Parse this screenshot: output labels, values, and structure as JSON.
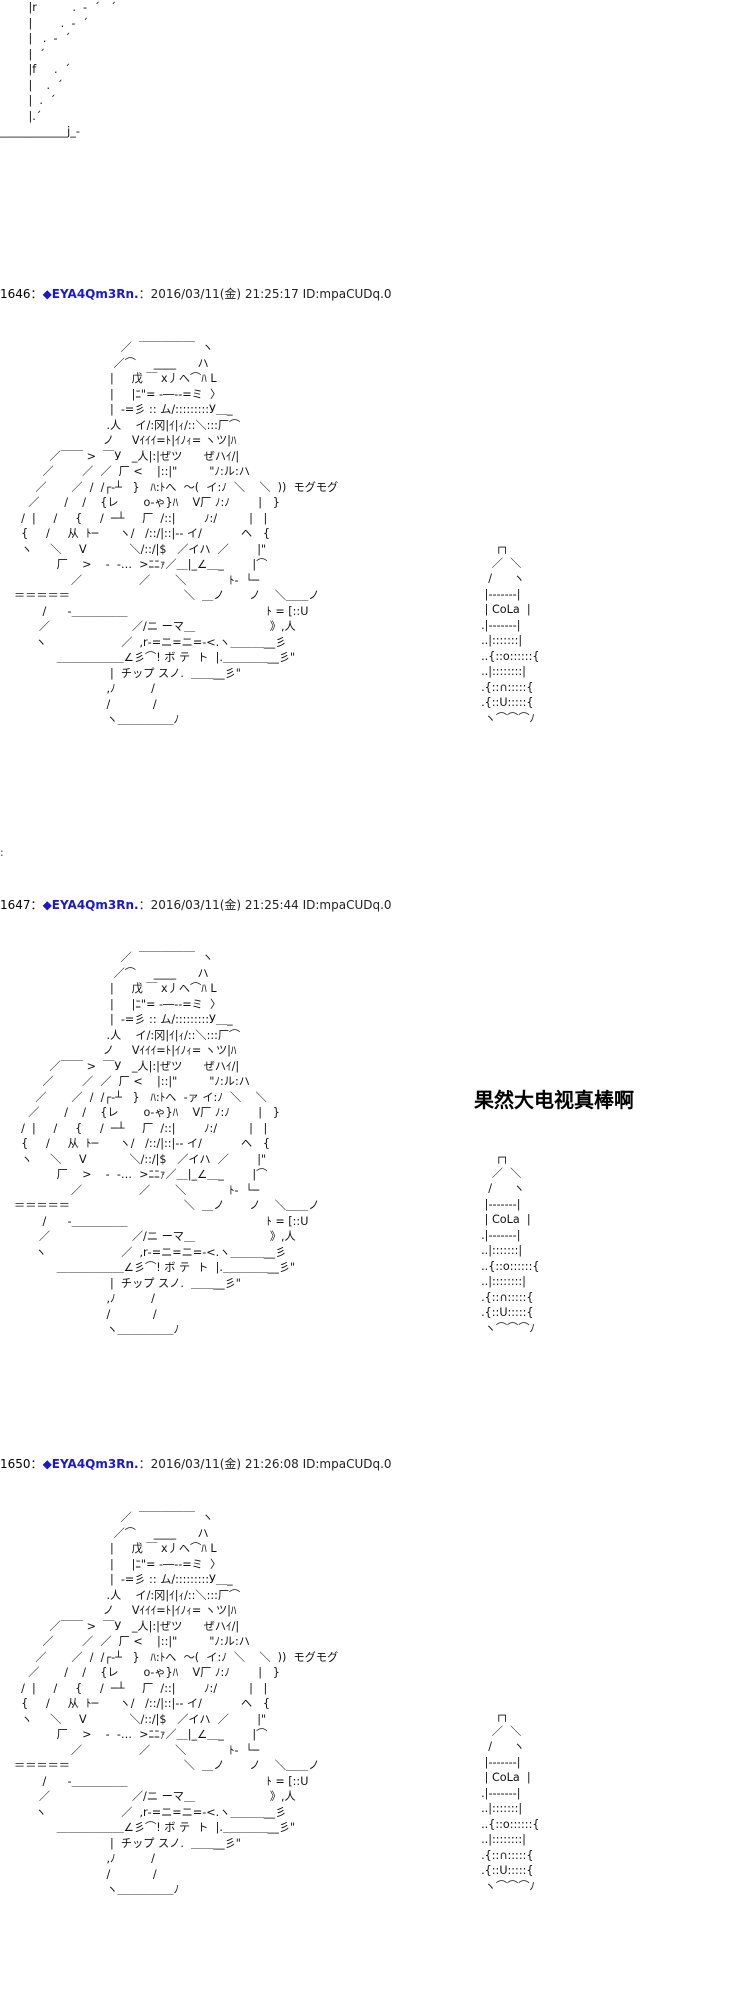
{
  "top_fragment": {
    "lines": [
      "        |r          .  -  ´   ´",
      "        |        .  -  ´",
      "        |   .  -  ´",
      "        |  ´",
      "        |f     .  ´",
      "        |    .  ´",
      "        |  .  ´",
      "        |.´",
      "____________j_-"
    ]
  },
  "posts": [
    {
      "number": "1646",
      "separator": "：",
      "name": "◆EYA4Qm3Rn.",
      "date": "：2016/03/11(金) 21:25:17 ID:mpaCUDq.0",
      "caption": ""
    },
    {
      "number": "1647",
      "separator": "：",
      "name": "◆EYA4Qm3Rn.",
      "date": "：2016/03/11(金) 21:25:44 ID:mpaCUDq.0",
      "caption": "果然大电视真棒啊"
    },
    {
      "number": "1650",
      "separator": "：",
      "name": "◆EYA4Qm3Rn.",
      "date": "：2016/03/11(金) 21:26:08 ID:mpaCUDq.0",
      "caption": ""
    }
  ],
  "aa_with_sfx": [
    "                              ／  ￣￣￣￣￣  ヽ",
    "                            ／⌒     ____      ハ",
    "                           |     戊 ￣ x丿へ⌒ﾊ L",
    "                           |     |ﾆ\"= ‐―‐-=ミ  〉",
    "                           |  -=彡 :: ム/:::::::::У＿_",
    "                          .人    イ/:冈|ｲ|ｨ/::＼:::厂⌒",
    "                         ノ     Ⅴｲｲｲ=ﾄ|ｲﾉｨ= ヽツ|ﾊ",
    "          ／￣￣ >  ￣У   _人|:|ぜツ      ぜハｲ/|",
    "        ／        ／  ／  厂 <    |::|\"         \"ﾉ:ル:ハ",
    "      ／       ／  /  /┌‐┴   }   ﾊ:ﾄへ  ～(  イ:ﾉ  ＼    ＼  ))  モグモグ",
    "    ／       /    /    {レ       o‐ゃ}ﾊ    Ⅴ厂 ﾉ:ﾉ        |   }",
    "  /  |     /     {     /  ─┴     厂  /::|        ﾉ:/         |   |",
    "  {     /     从  ﾄ─      ヽ/   /::/|::|‐‐ イ/           ヘ   {",
    "  ヽ     ＼     Ⅴ            ＼/::/|$   ／イハ  ／        |\"",
    "            厂    >    -  ‐…  >ﾆﾆｧ／＿|_∠＿_        |⌒",
    "                ／                ／       ＼            ﾄ-  └─",
    "＝＝＝＝＝                                ＼  ＿ノ       ノ    ＼＿＿ノ",
    "        /      ‐＿＿＿＿＿                                       ﾄ = [::U",
    "       ／                       ／/ニ ーマ＿                     》,人",
    "      ヽ                     ／  ,r‐=ニ=ニ=‐<.ヽ＿＿＿__彡",
    "            ＿＿＿＿＿＿∠彡⌒! ボ テ  ト  |.＿＿＿＿__彡\"",
    "                           |  チップ スノ.  ＿＿__彡\"",
    "                          ,ﾉ          /",
    "                          /            /",
    "                          ヽ＿＿＿＿＿ﾉ"
  ],
  "aa_no_sfx": [
    "                              ／  ￣￣￣￣￣  ヽ",
    "                            ／⌒     ____      ハ",
    "                           |     戊 ￣ x丿へ⌒ﾊ L",
    "                           |     |ﾆ\"= ‐―‐-=ミ  〉",
    "                           |  -=彡 :: ム/:::::::::У＿_",
    "                          .人    イ/:冈|ｲ|ｨ/::＼:::厂⌒",
    "                         ノ     Ⅴｲｲｲ=ﾄ|ｲﾉｨ= ヽツ|ﾊ",
    "          ／￣￣ >  ￣У   _人|:|ぜツ      ぜハｲ/|",
    "        ／        ／  ／  厂 <    |::|\"         \"ﾉ:ル:ハ",
    "      ／       ／  /  /┌‐┴   }   ﾊ:ﾄへ  ‐ァ イ:ﾉ  ＼    ＼",
    "    ／       /    /    {レ       o‐ゃ}ﾊ    Ⅴ厂 ﾉ:ﾉ        |   }",
    "  /  |     /     {     /  ─┴     厂  /::|        ﾉ:/         |   |",
    "  {     /     从  ﾄ─      ヽ/   /::/|::|‐‐ イ/           ヘ   {",
    "  ヽ     ＼     Ⅴ            ＼/::/|$   ／イハ  ／        |\"",
    "            厂    >    -  ‐…  >ﾆﾆｧ／＿|_∠＿_        |⌒",
    "                ／                ／       ＼            ﾄ-  └─",
    "＝＝＝＝＝                                ＼  ＿ノ       ノ    ＼＿＿ノ",
    "        /      ‐＿＿＿＿＿                                       ﾄ = [::U",
    "       ／                       ／/ニ ーマ＿                     》,人",
    "      ヽ                     ／  ,r‐=ニ=ニ=‐<.ヽ＿＿＿__彡",
    "            ＿＿＿＿＿＿∠彡⌒! ボ テ  ト  |.＿＿＿＿__彡\"",
    "                           |  チップ スノ.  ＿＿__彡\"",
    "                          ,ﾉ          /",
    "                          /            /",
    "                          ヽ＿＿＿＿＿ﾉ"
  ],
  "bottle": {
    "label": "CoLa",
    "lines": [
      "      ┌┐",
      "     ／  ＼",
      "    /      ヽ",
      "   |‐‐‐‐‐‐‐|",
      "   | CoLa  |",
      "  .|‐‐‐‐‐‐‐|",
      "  ..|:::::::|",
      "  ..{::o::::::{",
      "  ..|::::::::|",
      "  .{::∩:::::{",
      "  .{::U:::::{",
      "   ヽ⌒⌒⌒ﾉ"
    ]
  },
  "separator_dots": ":"
}
